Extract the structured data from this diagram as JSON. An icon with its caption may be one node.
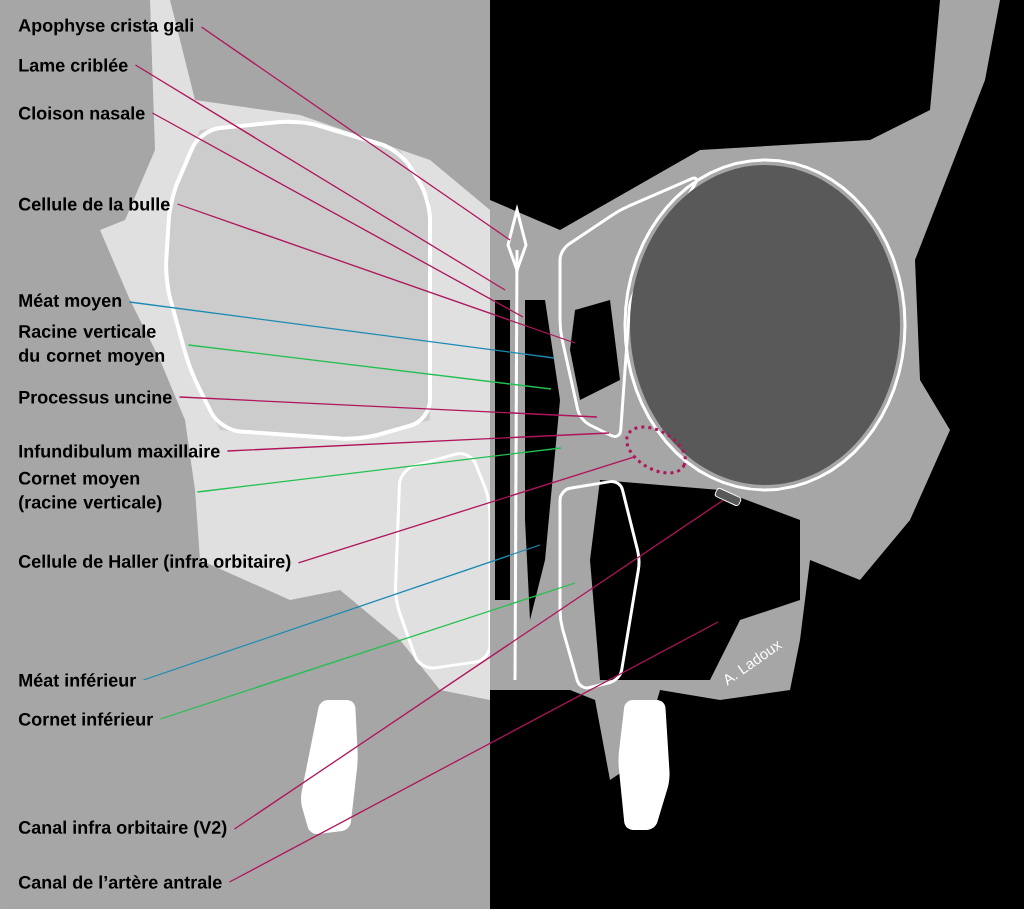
{
  "diagram": {
    "nodes": [
      {
        "text": [
          "Apophyse crista gali"
        ]
      },
      {
        "text": [
          "Lame criblée"
        ]
      },
      {
        "text": [
          "Cloison nasale"
        ]
      },
      {
        "text": [
          "Cellule de la bulle"
        ]
      },
      {
        "text": [
          "Méat moyen"
        ]
      },
      {
        "text": [
          "Racine verticale du cornet moyen"
        ]
      },
      {
        "text": [
          "Processus uncine"
        ]
      },
      {
        "text": [
          "Infundibulum maxillaire"
        ]
      },
      {
        "text": [
          "Cornet moyen (racine verticale)"
        ]
      },
      {
        "text": [
          "Cellule de Haller (infra orbitaire)"
        ]
      },
      {
        "text": [
          "Méat inférieur"
        ]
      },
      {
        "text": [
          "Cornet inférieur"
        ]
      },
      {
        "text": [
          "Canal infra orbitaire (V2)"
        ]
      },
      {
        "text": [
          "Canal de l’artère antrale"
        ]
      },
      {
        "text": [],
        "shape": "circle"
      },
      {
        "text": [],
        "shape": "bar"
      }
    ],
    "edges": [
      {
        "from": 0,
        "to": null,
        "arrow": "none"
      },
      {
        "from": 1,
        "to": null,
        "arrow": "none"
      },
      {
        "from": 2,
        "to": null,
        "arrow": "none"
      },
      {
        "from": 3,
        "to": null,
        "arrow": "none"
      },
      {
        "from": 4,
        "to": null,
        "arrow": "none",
        "color": "#1b8bb4"
      },
      {
        "from": 5,
        "to": null,
        "arrow": "none",
        "color": "#22c04e"
      },
      {
        "from": 6,
        "to": null,
        "arrow": "none"
      },
      {
        "from": 7,
        "to": null,
        "arrow": "none"
      },
      {
        "from": 8,
        "to": null,
        "arrow": "none",
        "color": "#22c04e"
      },
      {
        "from": 9,
        "to": 14,
        "arrow": "none"
      },
      {
        "from": 10,
        "to": null,
        "arrow": "none",
        "color": "#1b8bb4"
      },
      {
        "from": 11,
        "to": null,
        "arrow": "none",
        "color": "#22c04e"
      },
      {
        "from": 12,
        "to": 15,
        "arrow": "none"
      },
      {
        "from": 13,
        "to": null,
        "arrow": "none"
      }
    ],
    "labels": [
      "A. Ladoux"
    ]
  }
}
